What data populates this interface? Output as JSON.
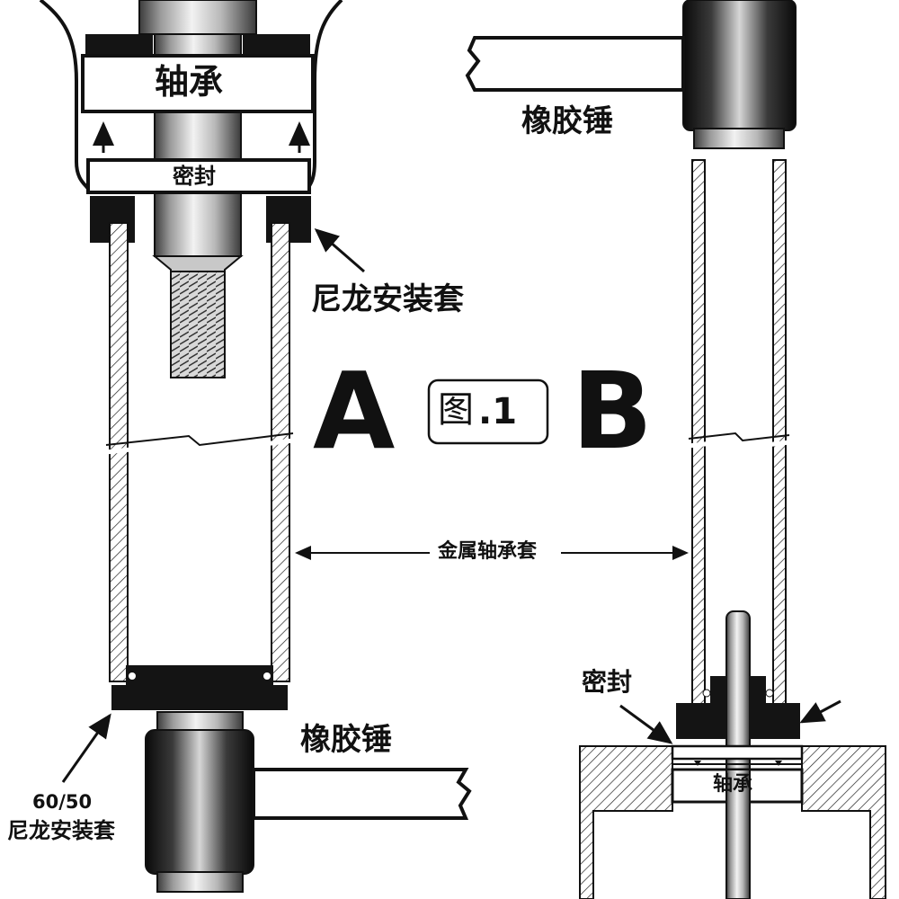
{
  "diagram": {
    "panel_a_letter": "A",
    "panel_b_letter": "B",
    "figure_label": "图",
    "figure_number": ".1",
    "a_bearing_label": "轴承",
    "a_seal_label": "密封",
    "a_nylon_sleeve_label": "尼龙安装套",
    "metal_sleeve_label": "金属轴承套",
    "a_hammer_label": "橡胶锤",
    "a_sleeve_size": "60/50",
    "a_sleeve_size_label": "尼龙安装套",
    "b_hammer_label": "橡胶锤",
    "b_seal_label": "密封",
    "b_bearing_label": "轴承"
  },
  "colors": {
    "line": "#111111",
    "metal_light": "#e6e6e6",
    "metal_dark": "#4a4a4a",
    "fill_black": "#141414",
    "background": "#ffffff"
  }
}
